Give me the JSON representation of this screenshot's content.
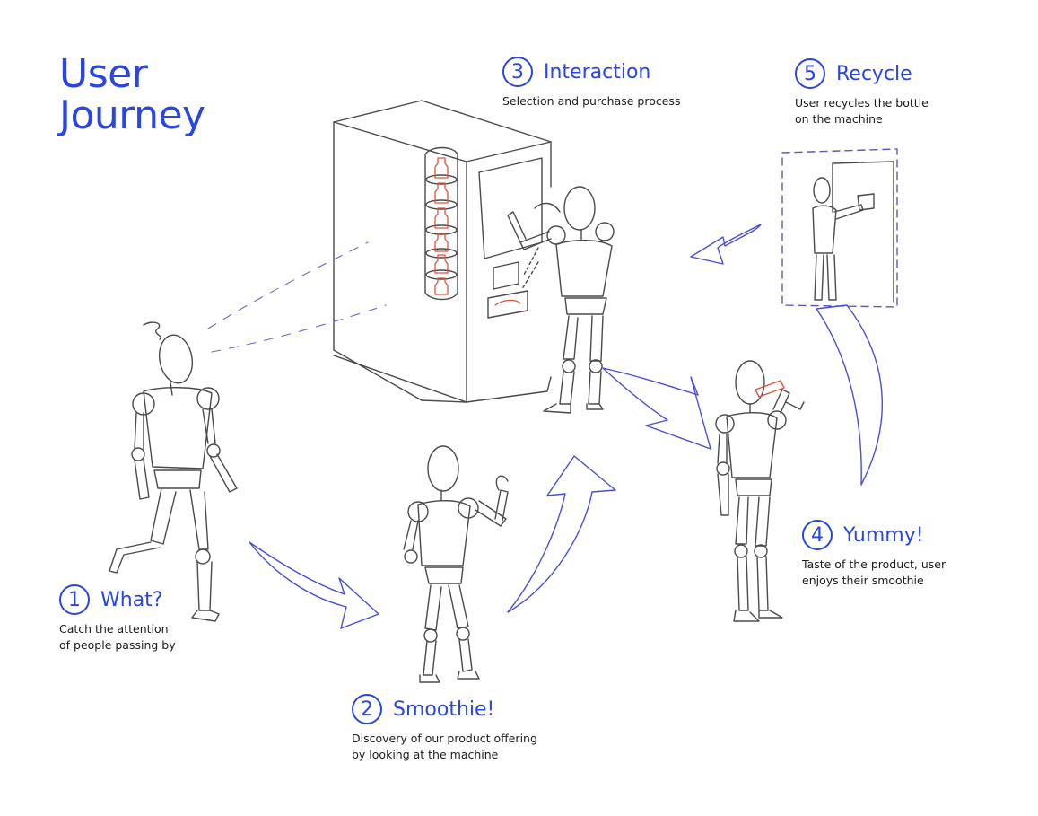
{
  "title": {
    "line1": "User",
    "line2": "Journey"
  },
  "colors": {
    "accent": "#2a45e0",
    "arrow": "#4a4ed4",
    "sketch": "#4a4a4a",
    "bottle": "#e0533a"
  },
  "steps": [
    {
      "number": "1",
      "label": "What?",
      "desc": [
        "Catch the attention",
        "of people passing by"
      ]
    },
    {
      "number": "2",
      "label": "Smoothie!",
      "desc": [
        "Discovery of our product offering",
        "by looking at the machine"
      ]
    },
    {
      "number": "3",
      "label": "Interaction",
      "desc": [
        "Selection and purchase process"
      ]
    },
    {
      "number": "4",
      "label": "Yummy!",
      "desc": [
        "Taste of the product, user",
        "enjoys their smoothie"
      ]
    },
    {
      "number": "5",
      "label": "Recycle",
      "desc": [
        "User recycles the bottle",
        "on the machine"
      ]
    }
  ]
}
